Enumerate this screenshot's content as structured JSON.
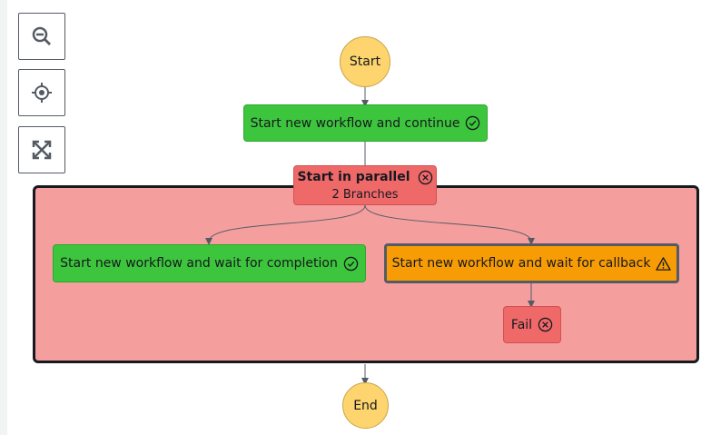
{
  "zoom_controls": [
    {
      "name": "zoom-in-icon"
    },
    {
      "name": "zoom-out-icon"
    },
    {
      "name": "center-icon"
    },
    {
      "name": "fit-to-screen-icon"
    }
  ],
  "graph": {
    "start": "Start",
    "end": "End",
    "states": {
      "continue": {
        "label": "Start new workflow and continue",
        "status": "succeeded",
        "icon": "check-circle-icon",
        "color": "#3dc63d"
      },
      "parallel": {
        "label": "Start in parallel",
        "sublabel": "2 Branches",
        "status": "failed",
        "icon": "x-circle-icon",
        "color": "#f06969"
      },
      "wait_completion": {
        "label": "Start new workflow and wait for completion",
        "status": "succeeded",
        "icon": "check-circle-icon",
        "color": "#3dc63d"
      },
      "wait_callback": {
        "label": "Start new workflow and wait for callback",
        "status": "caught-error",
        "icon": "warning-icon",
        "color": "#f89c05"
      },
      "fail": {
        "label": "Fail",
        "status": "failed",
        "icon": "x-circle-icon",
        "color": "#f06969"
      }
    }
  }
}
